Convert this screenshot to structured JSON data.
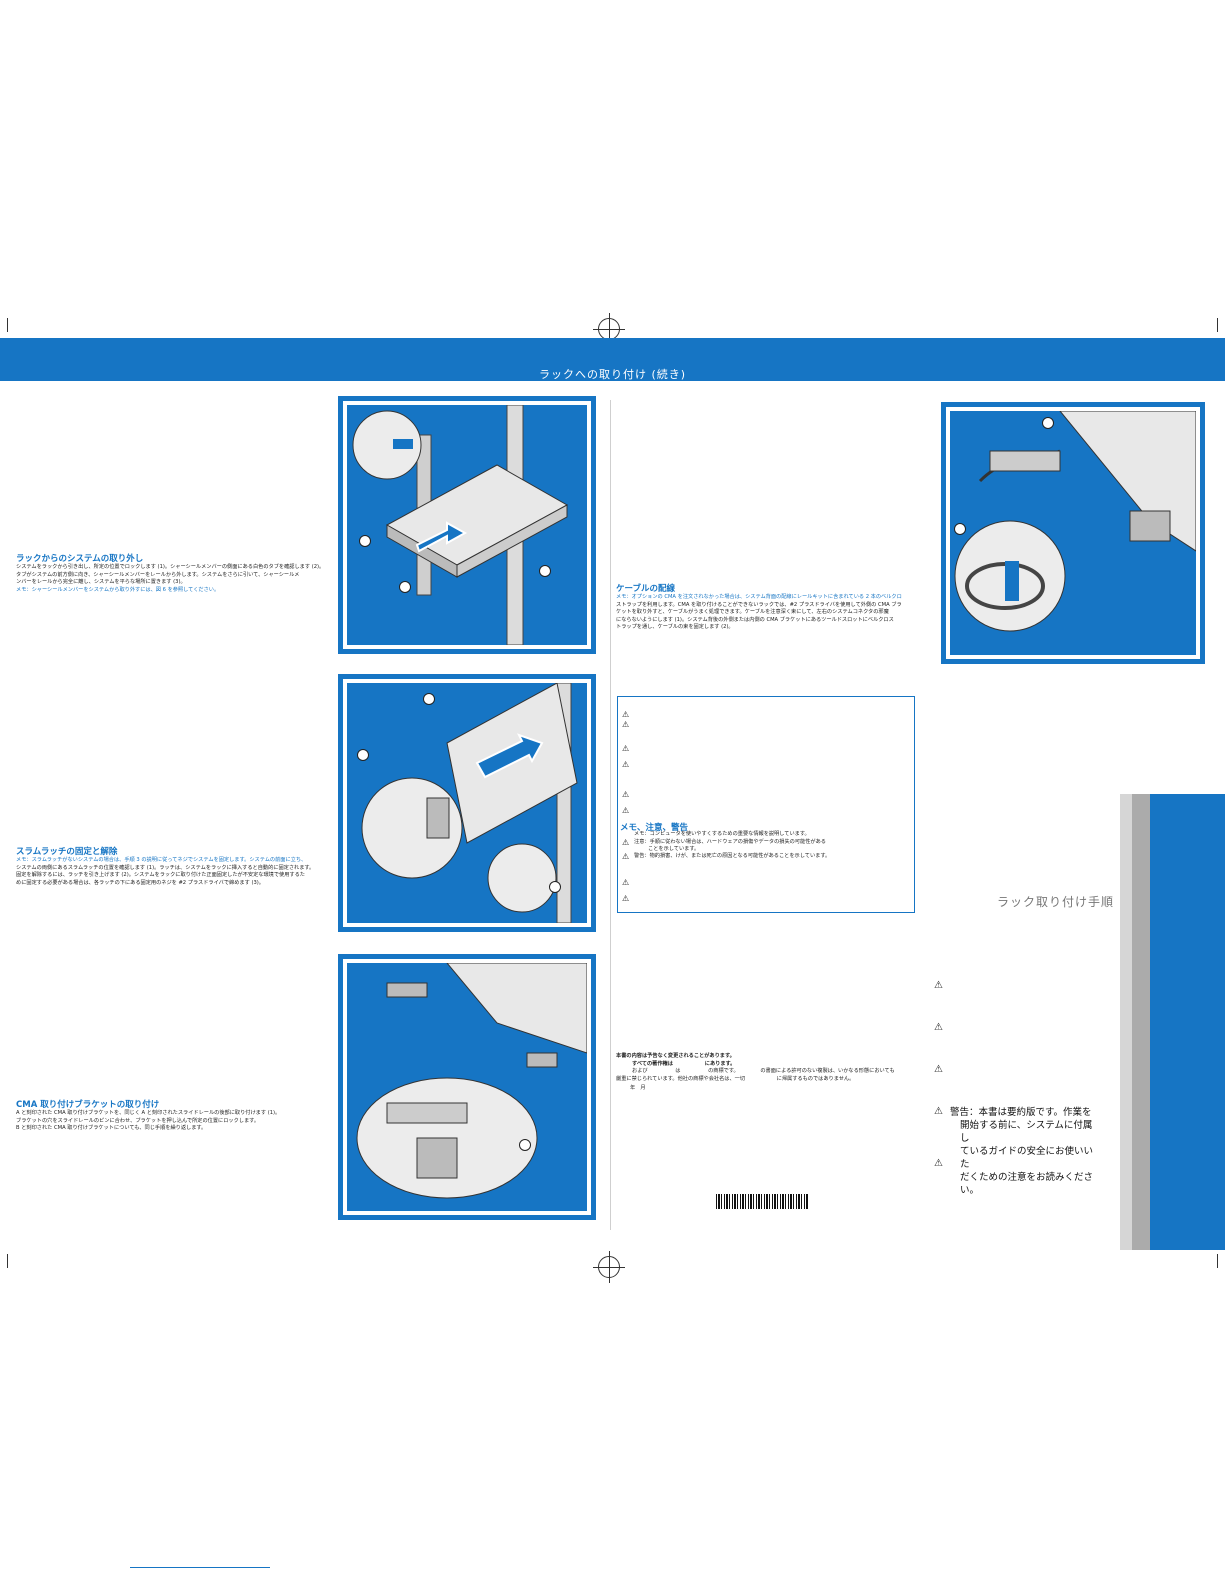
{
  "banner": {
    "title": "ラックへの取り付け (続き)"
  },
  "sections": {
    "removal": {
      "heading": "ラックからのシステムの取り外し",
      "line1": "システムをラックから引き出し、所定の位置でロックします (1)。シャーシールメンバーの側面にある白色のタブを確認します (2)。",
      "line2": "タブがシステムの前方側に向き、シャーシールメンバーをレールから外します。システムをさらに引いて、シャーシールメ",
      "line3": "ンバーをレールから完全に離し、システムを平らな場所に置きます (3)。",
      "note": "メモ：シャーシールメンバーをシステムから取り外すには、図 6 を参照してください。"
    },
    "slam": {
      "heading": "スラムラッチの固定と解除",
      "line1": "メモ：スラムラッチがないシステムの場合は、手順 3 の説明に従ってネジでシステムを固定します。システムの前面に立ち、",
      "line2": "システムの両側にあるスラムラッチの位置を確認します (1)。ラッチは、システムをラックに挿入すると自動的に固定されます。",
      "line3": "固定を解除するには、ラッチを引き上げます (2)。システムをラックに取り付けた正面固定したが不安定な環境で使用するた",
      "line4": "めに固定する必要がある場合は、各ラッチの下にある固定用のネジを #2 プラスドライバで締めます (3)。"
    },
    "cma": {
      "heading": "CMA 取り付けブラケットの取り付け",
      "line1": "A と刻印された CMA 取り付けブラケットを、同じく A と刻印されたスライドレールの後部に取り付けます (1)。",
      "line2": "ブラケットの穴をスライドレールのピンに合わせ、ブラケットを押し込んで所定の位置にロックします。",
      "line3": "B と刻印された CMA 取り付けブラケットについても、同じ手順を繰り返します。"
    },
    "cable": {
      "heading": "ケーブルの配線",
      "line1": "メモ：オプションの CMA を注文されなかった場合は、システム背面の配線にレールキットに含まれている 2 本のベルクロ",
      "line2": "ストラップを利用します。CMA を取り付けることができないラックでは、#2 プラスドライバを使用して外側の CMA ブラ",
      "line3": "ケットを取り外すと、ケーブルがうまく処理できます。ケーブルを注意深く束にして、左右のシステムコネクタの邪魔",
      "line4": "にならないようにします (1)。システム背後の外側または内側の CMA ブラケットにあるツールドスロットにベルクロス",
      "line5": "トラップを通し、ケーブルの束を固定します (2)。"
    }
  },
  "notes_box": {
    "heading": "メモ、注意、警告",
    "memo": "メモ：コンピュータを使いやすくするための重要な情報を説明しています。",
    "caution1": "注意：手順に従わない場合は、ハードウェアの損傷やデータの損失の可能性がある",
    "caution2": "ことを示しています。",
    "warning": "警告：物的損害、けが、または死亡の原因となる可能性があることを示しています。"
  },
  "legal": {
    "line1": "本書の内容は予告なく変更されることがあります。",
    "line2": "すべての著作権は",
    "line2b": "にあります。",
    "line3a": "および",
    "line3b": "は",
    "line3c": "の商標です。",
    "line3d": "の書面による許可のない複製は、いかなる形態においても",
    "line4a": "厳重に禁じられています。他社の商標や会社名は、一切",
    "line4b": "に帰属するものではありません。",
    "line5": "年　月"
  },
  "cover": {
    "title": "ラック取り付け手順",
    "warn_line1": "警告：本書は要約版です。作業を",
    "warn_line2": "開始する前に、システムに付属し",
    "warn_line3": "ているガイドの安全にお使いいた",
    "warn_line4": "だくための注意をお読みください。"
  },
  "icons": [
    "registration-mark-icon",
    "warning-triangle-icon",
    "crop-mark-icon",
    "barcode"
  ],
  "colors": {
    "accent": "#1675c4",
    "gray_light": "#d6d6d6",
    "gray_dark": "#ababab"
  }
}
